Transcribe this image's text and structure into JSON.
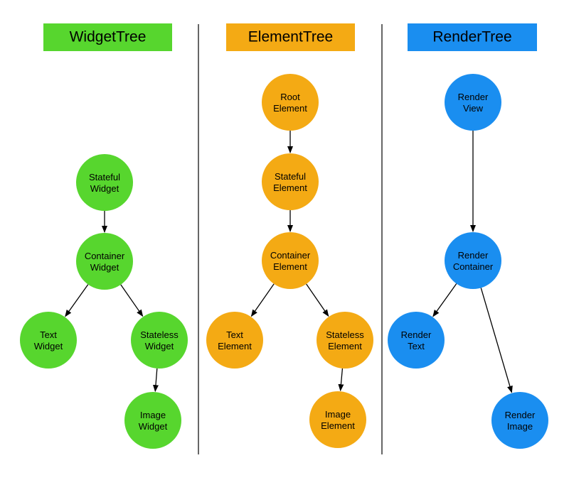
{
  "colors": {
    "widget": "#57d62e",
    "element": "#f4aa14",
    "render": "#1a8ef0",
    "line": "#000000"
  },
  "columns": [
    {
      "title": "WidgetTree",
      "color_key": "widget",
      "nodes": [
        {
          "id": "stateful",
          "lines": [
            "Stateful",
            "Widget"
          ]
        },
        {
          "id": "container",
          "lines": [
            "Container",
            "Widget"
          ]
        },
        {
          "id": "text",
          "lines": [
            "Text",
            "Widget"
          ]
        },
        {
          "id": "stateless",
          "lines": [
            "Stateless",
            "Widget"
          ]
        },
        {
          "id": "image",
          "lines": [
            "Image",
            "Widget"
          ]
        }
      ],
      "edges": [
        [
          "stateful",
          "container"
        ],
        [
          "container",
          "text"
        ],
        [
          "container",
          "stateless"
        ],
        [
          "stateless",
          "image"
        ]
      ]
    },
    {
      "title": "ElementTree",
      "color_key": "element",
      "nodes": [
        {
          "id": "root",
          "lines": [
            "Root",
            "Element"
          ]
        },
        {
          "id": "stateful",
          "lines": [
            "Stateful",
            "Element"
          ]
        },
        {
          "id": "container",
          "lines": [
            "Container",
            "Element"
          ]
        },
        {
          "id": "text",
          "lines": [
            "Text",
            "Element"
          ]
        },
        {
          "id": "stateless",
          "lines": [
            "Stateless",
            "Element"
          ]
        },
        {
          "id": "image",
          "lines": [
            "Image",
            "Element"
          ]
        }
      ],
      "edges": [
        [
          "root",
          "stateful"
        ],
        [
          "stateful",
          "container"
        ],
        [
          "container",
          "text"
        ],
        [
          "container",
          "stateless"
        ],
        [
          "stateless",
          "image"
        ]
      ]
    },
    {
      "title": "RenderTree",
      "color_key": "render",
      "nodes": [
        {
          "id": "view",
          "lines": [
            "Render",
            "View"
          ]
        },
        {
          "id": "container",
          "lines": [
            "Render",
            "Container"
          ]
        },
        {
          "id": "text",
          "lines": [
            "Render",
            "Text"
          ]
        },
        {
          "id": "image",
          "lines": [
            "Render",
            "Image"
          ]
        }
      ],
      "edges": [
        [
          "view",
          "container"
        ],
        [
          "container",
          "text"
        ],
        [
          "container",
          "image"
        ]
      ]
    }
  ]
}
